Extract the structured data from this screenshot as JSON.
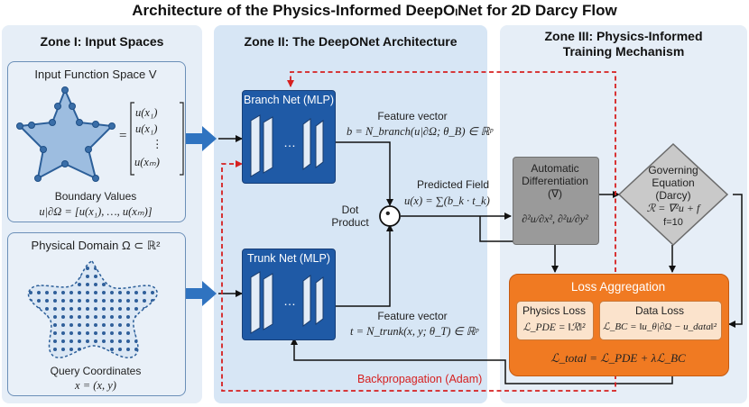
{
  "title": "Architecture of the Physics-Informed DeepOₗNet for 2D Darcy Flow",
  "zone1": {
    "title": "Zone I: Input Spaces",
    "input_space_title": "Input Function Space V",
    "vector": [
      "u(x₁)",
      "u(x₁)",
      "⋮",
      "u(xₘ)"
    ],
    "equals": "=",
    "boundary_label": "Boundary Values",
    "boundary_formula": "u|∂Ω = [u(x₁), …, u(xₘ)]",
    "domain_title": "Physical Domain Ω ⊂ ℝ²",
    "query_label": "Query Coordinates",
    "query_formula": "x = (x, y)"
  },
  "zone2": {
    "title": "Zone II: The DeepONet Architecture",
    "branch_title": "Branch Net (MLP)",
    "trunk_title": "Trunk Net (MLP)",
    "dots": "…",
    "feature_label_b": "Feature vector",
    "feature_formula_b": "b = N_branch(u|∂Ω; θ_B) ∈ ℝᵖ",
    "feature_label_t": "Feature vector",
    "feature_formula_t": "t = N_trunk(x, y; θ_T) ∈ ℝᵖ",
    "dot_label": "Dot Product",
    "dot_symbol": "•",
    "predicted_label": "Predicted Field",
    "predicted_formula": "u(x) = ∑(b_k · t_k)"
  },
  "zone3": {
    "title": "Zone III: Physics-Informed Training Mechanism",
    "autodiff_title": "Automatic Differentiation (∇)",
    "autodiff_formula": "∂²u/∂x², ∂²u/∂y²",
    "governing_title": "Governing Equation (Darcy)",
    "governing_formula": "ℛ = ∇²u + f",
    "governing_param": "f=10",
    "loss_title": "Loss Aggregation",
    "physics_loss_title": "Physics Loss",
    "physics_loss_formula": "ℒ_PDE = ‖ℛ‖²",
    "data_loss_title": "Data Loss",
    "data_loss_formula": "ℒ_BC = ‖u_θ|∂Ω − u_data‖²",
    "total_formula": "ℒ_total = ℒ_PDE + λℒ_BC"
  },
  "backprop_label": "Backpropagation (Adam)",
  "colors": {
    "zone_bg": "#e6eef7",
    "zone2_bg": "#d7e6f5",
    "net_blue": "#1f5aa6",
    "arrow_blue": "#2f73c0",
    "orange": "#f07a22",
    "red_dashed": "#d62020",
    "gray": "#9a9a9a"
  }
}
